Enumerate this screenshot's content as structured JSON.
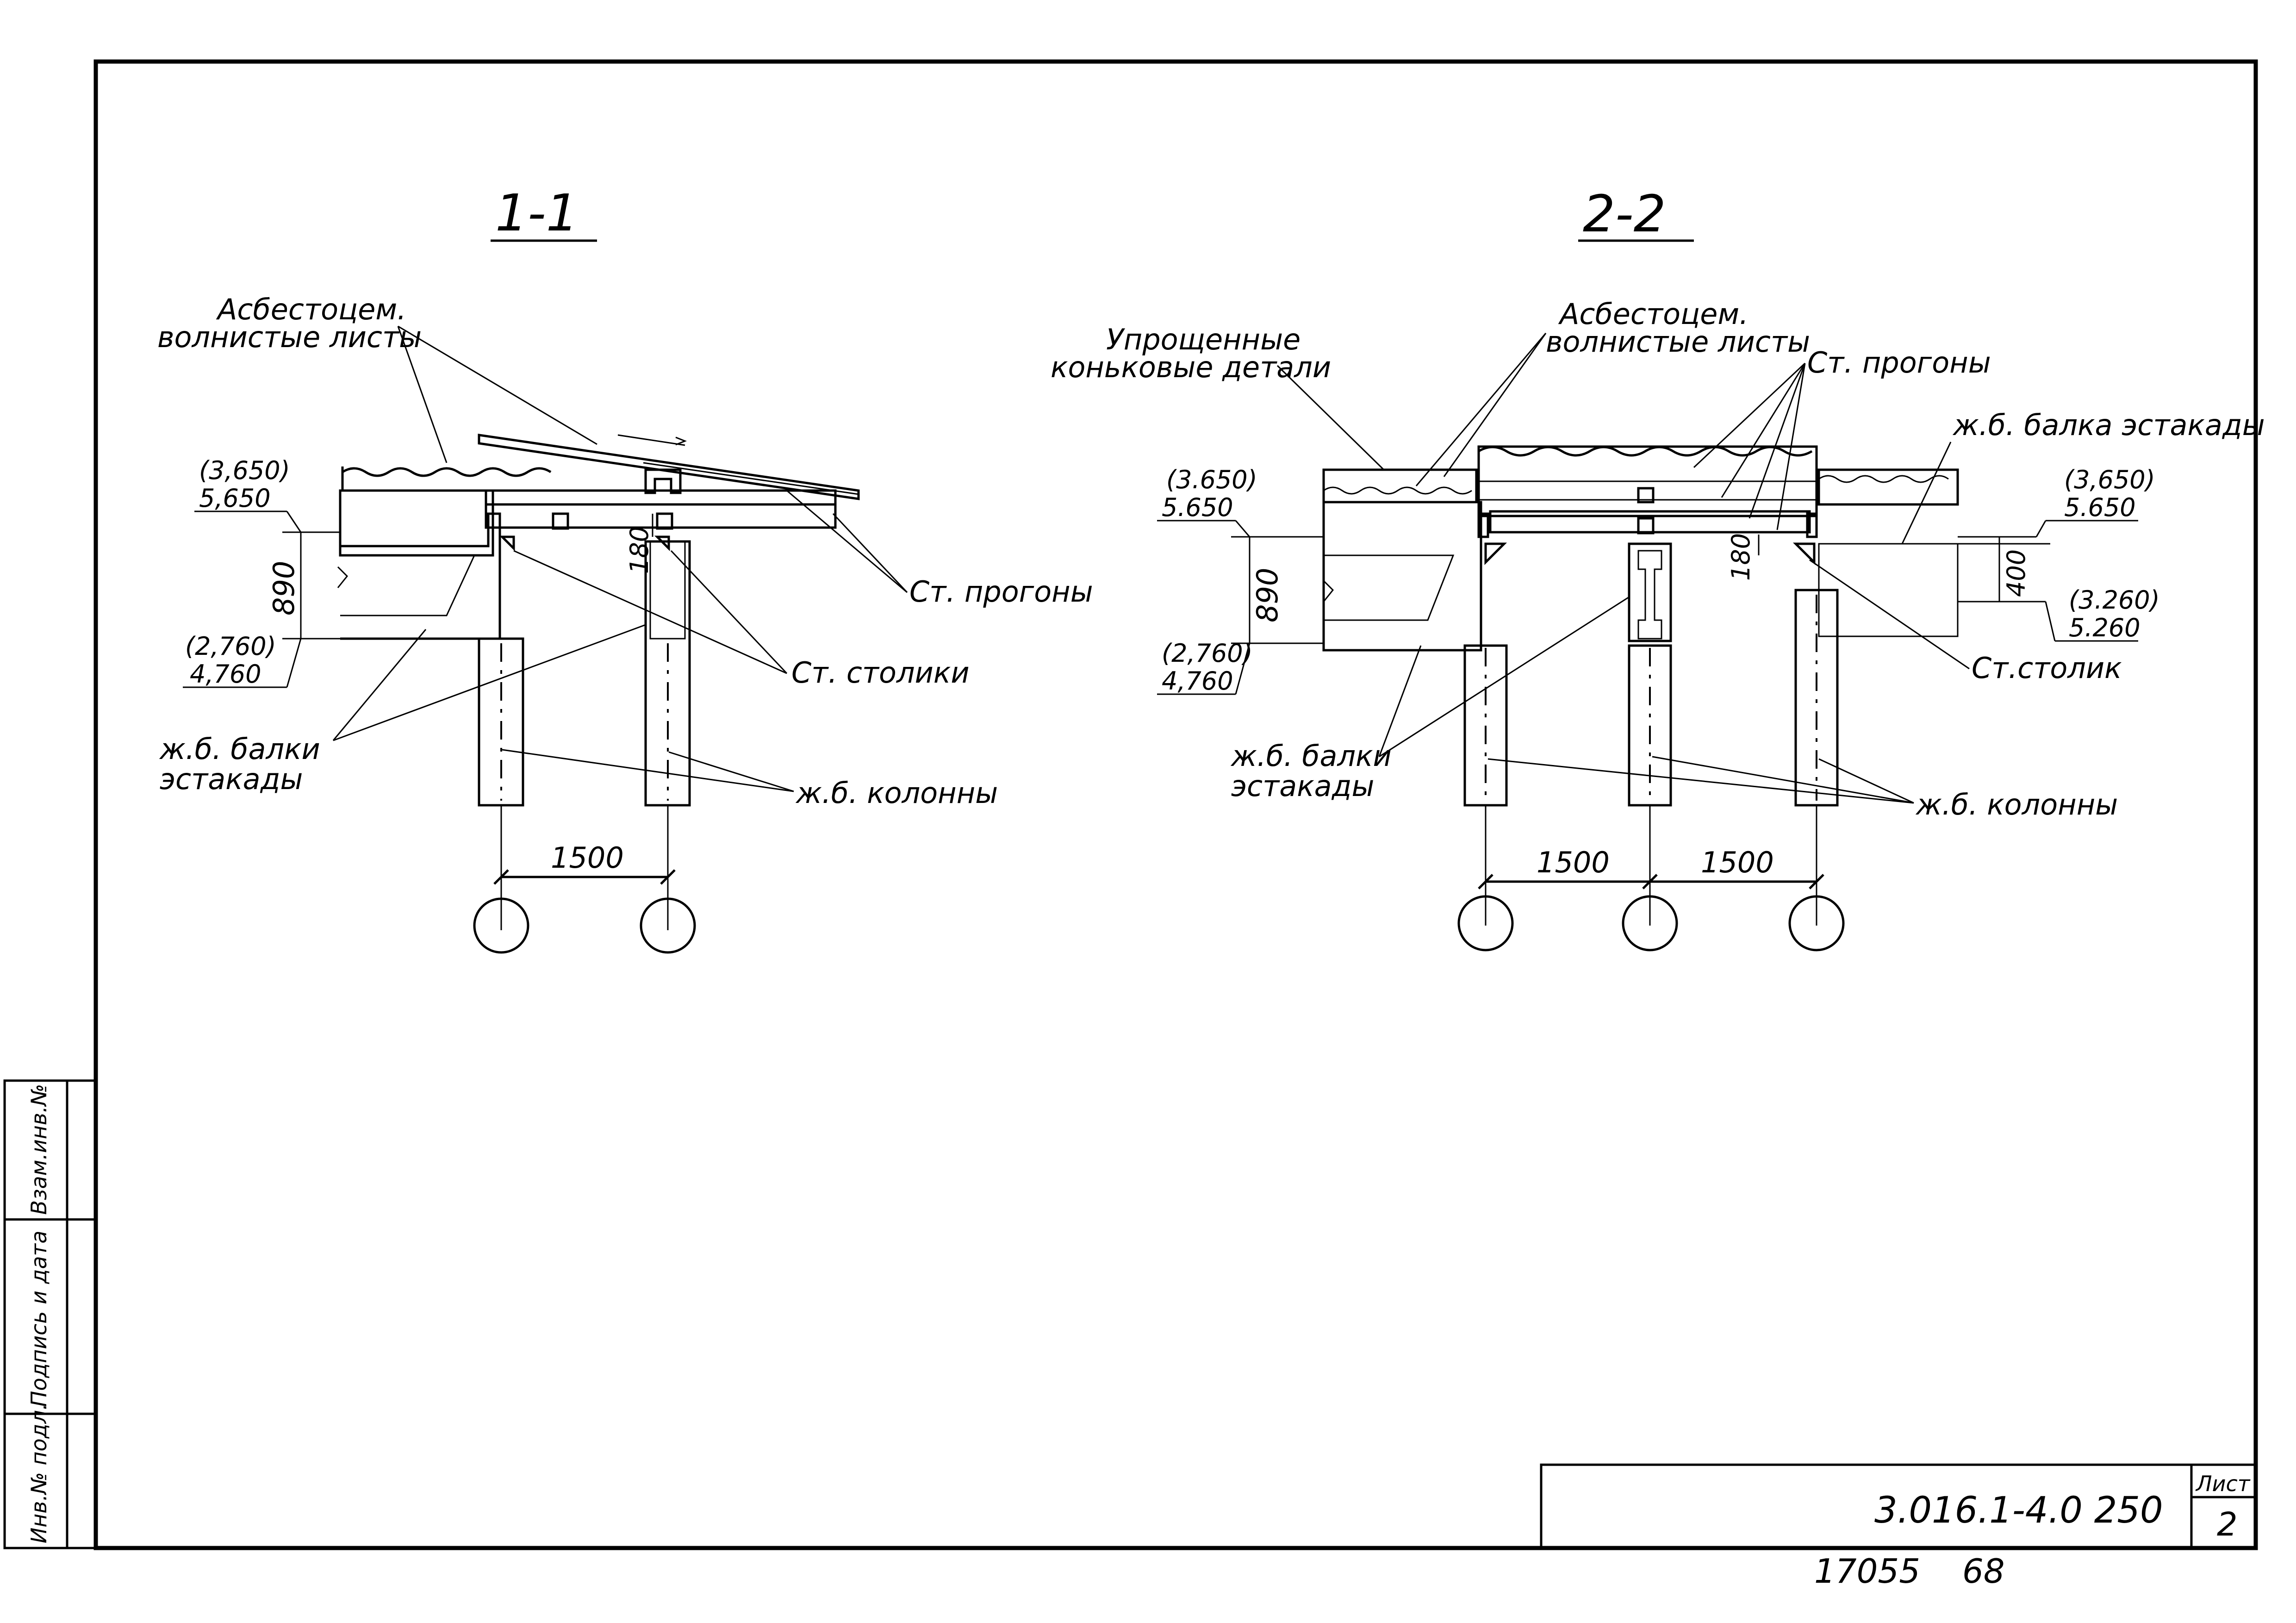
{
  "sections": {
    "s1": {
      "title": "1-1",
      "asbestos_l1": "Асбестоцем.",
      "asbestos_l2": "волнистые листы",
      "mark_top_a": "(3,650)",
      "mark_top_b": "5,650",
      "mark_bot_a": "(2,760)",
      "mark_bot_b": "4,760",
      "dim_890": "890",
      "dim_180": "180",
      "purlins": "Ст. прогоны",
      "tables": "Ст. столики",
      "beams_l1": "ж.б. балки",
      "beams_l2": "эстакады",
      "columns": "ж.б. колонны",
      "span": "1500"
    },
    "s2": {
      "title": "2-2",
      "ridge_l1": "Упрощенные",
      "ridge_l2": "коньковые детали",
      "asbestos_l1": "Асбестоцем.",
      "asbestos_l2": "волнистые листы",
      "purlins": "Ст. прогоны",
      "beam_top": "ж.б. балка эстакады",
      "mark_top_a": "(3.650)",
      "mark_top_b": "5.650",
      "mark_bot_a": "(2,760)",
      "mark_bot_b": "4,760",
      "mark_r1_a": "(3,650)",
      "mark_r1_b": "5.650",
      "mark_r2_a": "(3.260)",
      "mark_r2_b": "5.260",
      "dim_890": "890",
      "dim_180": "180",
      "dim_400": "400",
      "table": "Ст.столик",
      "beams_l1": "ж.б. балки",
      "beams_l2": "эстакады",
      "columns": "ж.б. колонны",
      "span_1": "1500",
      "span_2": "1500"
    }
  },
  "side_stamp": {
    "inv_orig": "Инв.№ подл.",
    "sign_date": "Подпись и дата",
    "inv_replace": "Взам.инв.№"
  },
  "title_block": {
    "code": "3.016.1-4.0 250",
    "sheet_label": "Лист",
    "sheet_no": "2"
  },
  "footer": {
    "order_no": "17055",
    "page": "68"
  }
}
